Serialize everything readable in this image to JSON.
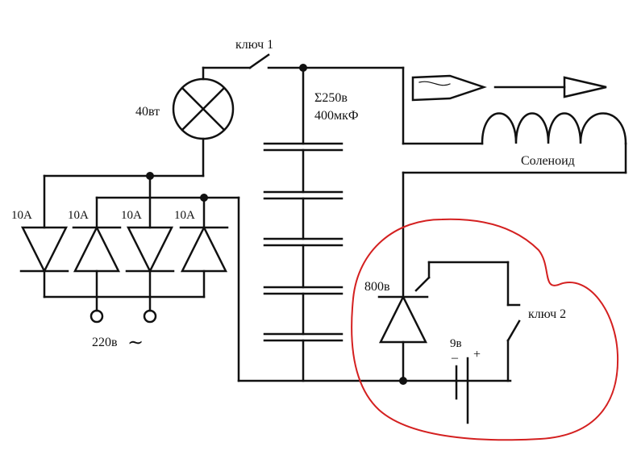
{
  "colors": {
    "ink": "#111111",
    "highlight": "#d42020",
    "background": "#ffffff"
  },
  "labels": {
    "key1": "ключ 1",
    "key2": "ключ 2",
    "lamp_power": "40вт",
    "cap_voltage": "Σ250в",
    "cap_capacitance": "400мкФ",
    "solenoid": "Соленоид",
    "diode_rating": "10А",
    "mains": "220в",
    "mains_symbol": "∼",
    "thyristor_voltage": "800в",
    "battery_voltage": "9в",
    "battery_minus": "–",
    "battery_plus": "+"
  }
}
